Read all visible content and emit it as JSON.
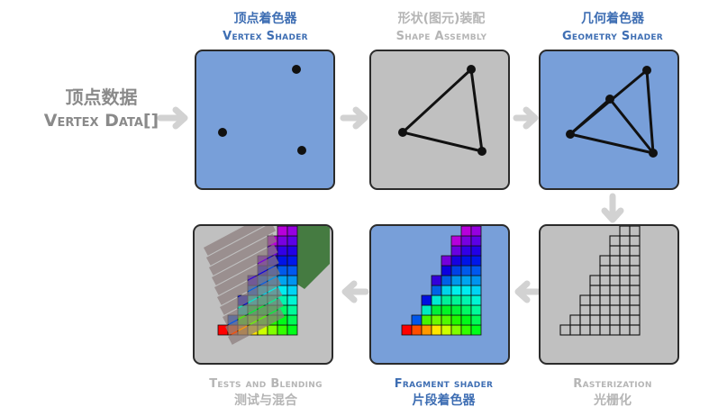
{
  "input": {
    "label_cn": "顶点数据",
    "label_en": "Vertex Data[]"
  },
  "stages": {
    "vertex_shader": {
      "label_cn": "顶点着色器",
      "label_en": "Vertex Shader",
      "programmable": true
    },
    "shape_assembly": {
      "label_cn": "形状(图元)装配",
      "label_en": "Shape Assembly",
      "programmable": false
    },
    "geometry_shader": {
      "label_cn": "几何着色器",
      "label_en": "Geometry Shader",
      "programmable": true
    },
    "rasterization": {
      "label_en": "Rasterization",
      "label_cn": "光栅化",
      "programmable": false
    },
    "fragment_shader": {
      "label_en": "Fragment shader",
      "label_cn": "片段着色器",
      "programmable": true
    },
    "tests_blending": {
      "label_en": "Tests and Blending",
      "label_cn": "测试与混合",
      "programmable": false
    }
  },
  "colors": {
    "programmable_box": "#789fd9",
    "fixed_box": "#c0c0c0",
    "programmable_text": "#3e6eb3",
    "fixed_text": "#b5b5b5",
    "arrow": "#d2d2d2"
  }
}
